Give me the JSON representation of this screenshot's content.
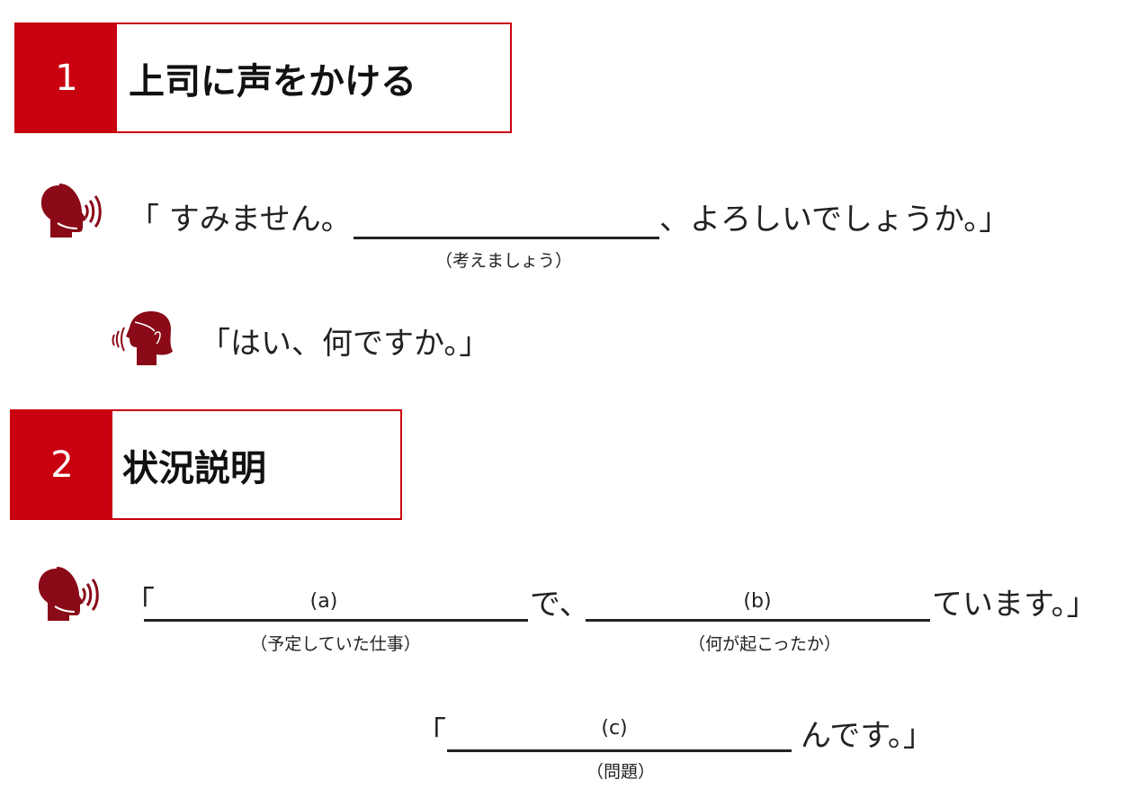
{
  "section1": {
    "number": "1",
    "title": "上司に声をかける",
    "line1": {
      "open": "「 すみません。",
      "close": "、よろしいでしょうか。」",
      "hint": "（考えましょう）"
    },
    "line2": {
      "text": "「はい、何ですか。」"
    }
  },
  "section2": {
    "number": "2",
    "title": "状況説明",
    "line1": {
      "open": "「",
      "label_a": "(a)",
      "mid": "で、",
      "label_b": "(b)",
      "close": "ています。」",
      "hint_a": "（予定していた仕事）",
      "hint_b": "（何が起こったか）"
    },
    "line2": {
      "open": "「",
      "label_c": "(c)",
      "close": "んです。」",
      "hint_c": "（問題）"
    }
  },
  "colors": {
    "accent": "#c8000f",
    "icon": "#8a0a18"
  }
}
